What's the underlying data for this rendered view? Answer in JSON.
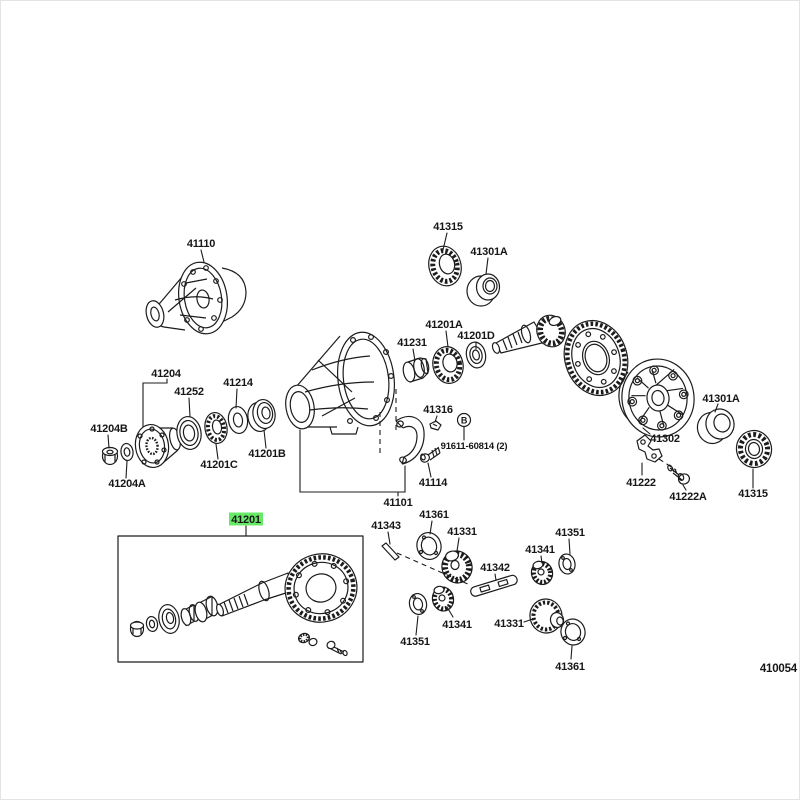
{
  "page": {
    "code": "410054",
    "background": "#ffffff",
    "line_color": "#1c1c1c",
    "highlight_color": "#68e968"
  },
  "callouts": {
    "c41110": "41110",
    "c41315_top": "41315",
    "c41301a_top": "41301A",
    "c41204": "41204",
    "c41252": "41252",
    "c41214": "41214",
    "c41204b": "41204B",
    "c41204a": "41204A",
    "c41201c": "41201C",
    "c41201b": "41201B",
    "c41231": "41231",
    "c41201a": "41201A",
    "c41201d": "41201D",
    "c41316": "41316",
    "c41114": "41114",
    "c41101": "41101",
    "c41201_highlight": "41201",
    "c41343": "41343",
    "c41361_upper": "41361",
    "c41331_upper": "41331",
    "c41342": "41342",
    "c41341_upper": "41341",
    "c41351_upper": "41351",
    "c41341_lower": "41341",
    "c41351_lower": "41351",
    "c41331_lower": "41331",
    "c41361_lower": "41361",
    "c41302": "41302",
    "c41222": "41222",
    "c41222a": "41222A",
    "c41301a_right": "41301A",
    "c41315_right": "41315",
    "fastener_circle": "B",
    "fastener_code": "91611-60814 (2)"
  }
}
